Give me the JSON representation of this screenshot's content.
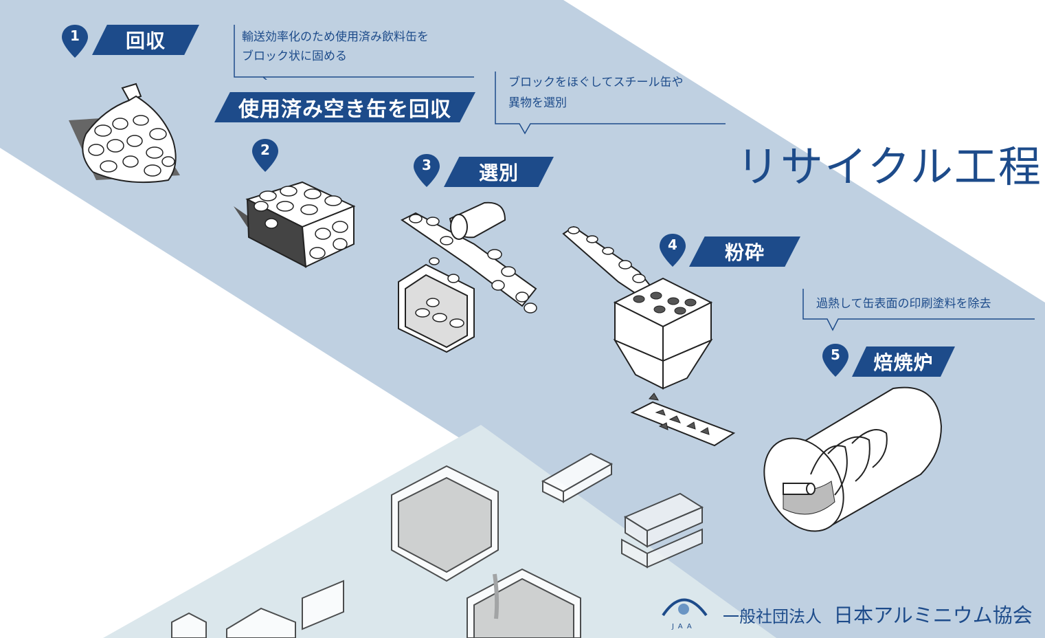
{
  "title": "リサイクル工程",
  "steps": [
    {
      "num": "1",
      "label": "回収"
    },
    {
      "num": "2",
      "label": "使用済み空き缶を回収"
    },
    {
      "num": "3",
      "label": "選別"
    },
    {
      "num": "4",
      "label": "粉砕"
    },
    {
      "num": "5",
      "label": "焙焼炉"
    }
  ],
  "notes": {
    "n1_line1": "輸送効率化のため使用済み飲料缶を",
    "n1_line2": "ブロック状に固める",
    "n2_line1": "ブロックをほぐしてスチール缶や",
    "n2_line2": "異物を選別",
    "n3_line1": "過熱して缶表面の印刷塗料を除去"
  },
  "footer": {
    "org_type": "一般社団法人",
    "org_name": "日本アルミニウム協会",
    "logo_text": "JAA"
  },
  "colors": {
    "brand": "#1d4b8a",
    "band": "#bfd0e1",
    "lower": "#dbe7ec"
  }
}
